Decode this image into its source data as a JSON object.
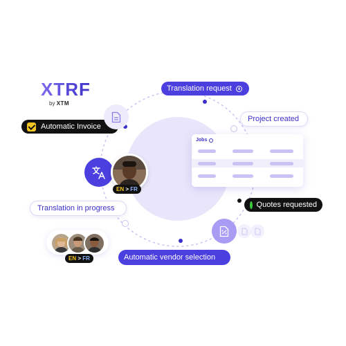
{
  "logo": {
    "brand": "XTRF",
    "by_prefix": "by",
    "by_brand": "XTM"
  },
  "labels": {
    "translation_request": "Translation request",
    "project_created": "Project created",
    "automatic_invoice": "Automatic Invoice",
    "translation_in_progress": "Translation in progress",
    "quotes_requested": "Quotes requested",
    "automatic_vendor_selection": "Automatic vendor selection"
  },
  "jobs_card": {
    "title": "Jobs"
  },
  "language_tag": {
    "source": "EN",
    "separator": " > ",
    "target": "FR"
  },
  "icons": [
    "check-icon",
    "plus-circle-icon",
    "document-icon",
    "translate-icon",
    "invoice-document-icon",
    "green-status-dot"
  ],
  "colors": {
    "accent": "#4b3fe0",
    "dark": "#111111",
    "highlight": "#f3c623",
    "success": "#3ec73e",
    "pale": "#e9e6fb"
  }
}
